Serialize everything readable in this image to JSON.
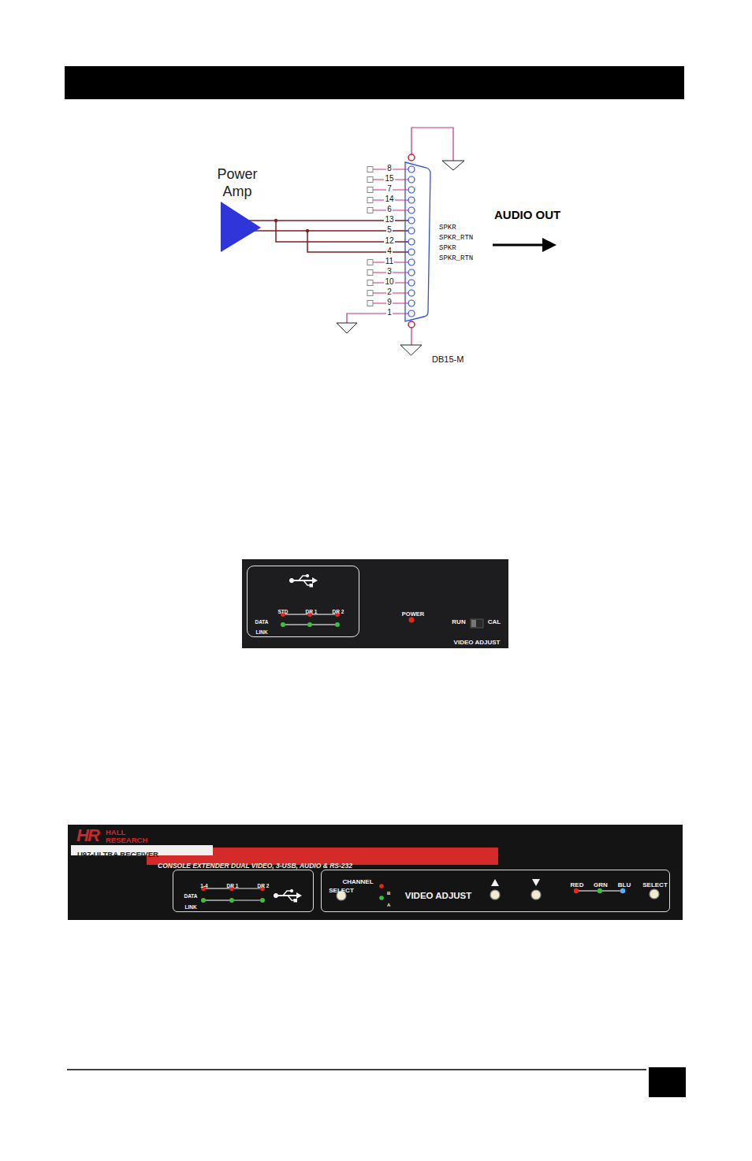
{
  "diagram": {
    "nodes": [
      {
        "text": [
          "Power Amp"
        ]
      },
      {
        "text": [
          "DB15-M"
        ]
      },
      {
        "text": [
          "POWER",
          "RUN",
          "CAL",
          "VIDEO ADJUST"
        ]
      },
      {
        "text": [
          "STD",
          "DR 1",
          "DR 2",
          "DATA",
          "LINK"
        ],
        "in": 2
      },
      {
        "text": [
          "HR",
          "HALL RESEARCH",
          "U97-ULTRA RECEIVER",
          "CONSOLE EXTENDER DUAL VIDEO, 3-USB, AUDIO & RS-232"
        ]
      },
      {
        "text": [
          "1-4",
          "DR 1",
          "DR 2",
          "DATA",
          "LINK"
        ],
        "in": 4
      },
      {
        "text": [
          "CHANNEL",
          "SELECT",
          "B",
          "A",
          "VIDEO ADJUST",
          "RED",
          "GRN",
          "BLU",
          "SELECT"
        ],
        "in": 4
      }
    ],
    "edges": [
      {
        "from": 0,
        "to": 1,
        "arrow": "none"
      }
    ],
    "labels": [
      "8",
      "15",
      "7",
      "14",
      "6",
      "13",
      "5",
      "12",
      "4",
      "11",
      "3",
      "10",
      "2",
      "9",
      "1",
      "SPKR",
      "SPKR_RTN",
      "SPKR",
      "SPKR_RTN",
      "AUDIO OUT"
    ]
  }
}
